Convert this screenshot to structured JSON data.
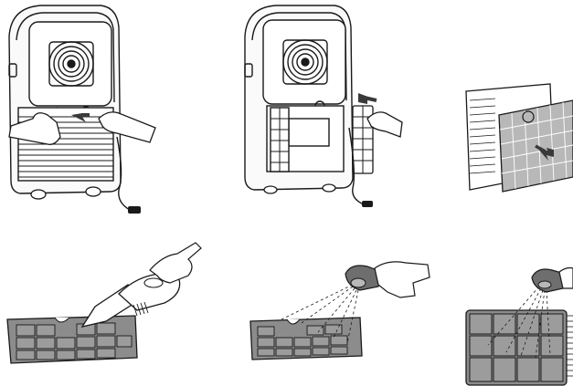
{
  "figure": {
    "panels": [
      {
        "id": "step-1",
        "depicts": "unit-rear-grille-removal"
      },
      {
        "id": "step-2",
        "depicts": "filter-removal"
      },
      {
        "id": "step-3",
        "depicts": "filter-separation"
      },
      {
        "id": "step-4",
        "depicts": "vacuum-cleaning"
      },
      {
        "id": "step-5",
        "depicts": "spray-washing-filter"
      },
      {
        "id": "step-6",
        "depicts": "spray-washing-large-filter"
      }
    ],
    "colors": {
      "line": "#1a1a1a",
      "filter_fill": "#8c8c8c",
      "filter_light": "#b8b8b8",
      "spray_head": "#6e6e6e",
      "arrow": "#3a3a3a"
    }
  }
}
